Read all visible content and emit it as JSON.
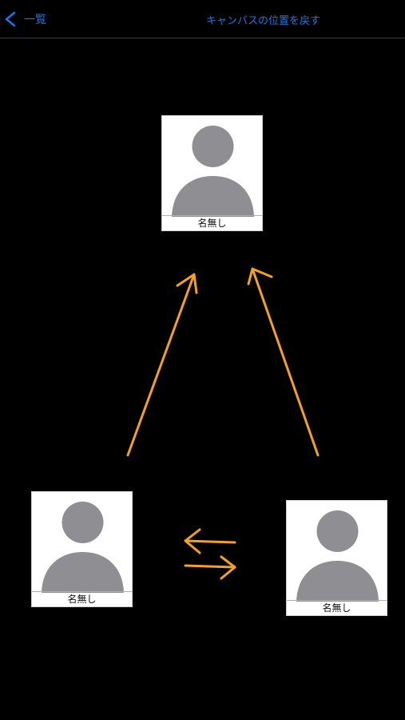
{
  "nav": {
    "back_label": "一覧",
    "reset_label": "キャンバスの位置を戻す",
    "accent_color": "#1479e8"
  },
  "arrow_color": "#f5a01e",
  "avatar_color": "#8e8e93",
  "nodes": [
    {
      "name": "名無し"
    },
    {
      "name": "名無し"
    },
    {
      "name": "名無し"
    }
  ]
}
